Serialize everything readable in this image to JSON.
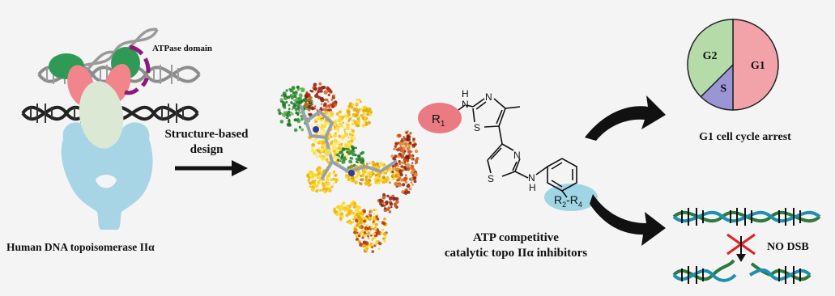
{
  "labels": {
    "atpase_domain": "ATPase domain",
    "enzyme_name": "Human DNA topoisomerase IIα",
    "design_line1": "Structure-based",
    "design_line2": "design",
    "inhibitor_line1": "ATP competitive",
    "inhibitor_line2": "catalytic topo IIα inhibitors",
    "g1_arrest": "G1 cell cycle arrest",
    "no_dsb": "NO DSB"
  },
  "chem": {
    "r1": "R",
    "r1_sub": "1",
    "r2r4": "R",
    "r2r4_sub1": "2",
    "r2r4_mid": "-R",
    "r2r4_sub2": "4",
    "atom_n": "N",
    "atom_s": "S",
    "atom_h": "H"
  },
  "pie": {
    "slices": [
      {
        "label": "G1",
        "value": 0.5,
        "color": "#f2a3a9"
      },
      {
        "label": "S",
        "value": 0.125,
        "color": "#9a96d6"
      },
      {
        "label": "G2",
        "value": 0.375,
        "color": "#b5dba9"
      }
    ]
  },
  "colors": {
    "enzyme_body": "#a8d5e5",
    "gate": "#dbe8d4",
    "atpase_green": "#2f9a55",
    "atpase_pink": "#f1858b",
    "bracket": "#8b1a7b",
    "r1_blob": "#eb7b82",
    "r2_blob": "#9fd5e4"
  }
}
